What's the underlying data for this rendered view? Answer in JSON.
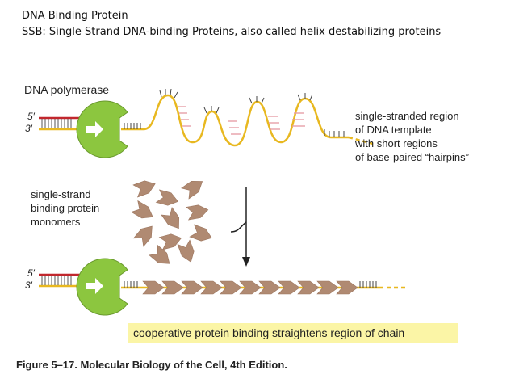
{
  "header": {
    "title": "DNA Binding Protein",
    "subtitle": "SSB: Single Strand DNA-binding Proteins, also called helix destabilizing proteins"
  },
  "diagram": {
    "polymerase_label": "DNA polymerase",
    "strand_5_top": "5′",
    "strand_3_top": "3′",
    "strand_5_bottom": "5′",
    "strand_3_bottom": "3′",
    "ssdna_label": [
      "single-stranded region",
      "of DNA template",
      "with short regions",
      "of base-paired “hairpins”"
    ],
    "monomers_label": [
      "single-strand",
      "binding protein",
      "monomers"
    ],
    "caption_box": "cooperative protein binding straightens region of chain",
    "figure_caption": "Figure 5–17. Molecular Biology of the Cell, 4th Edition."
  },
  "colors": {
    "polymerase": "#8cc63f",
    "strand": "#e8b820",
    "protein": "#b08a72",
    "caption_box": "#fbf5a6",
    "primer": "#c1272d"
  }
}
